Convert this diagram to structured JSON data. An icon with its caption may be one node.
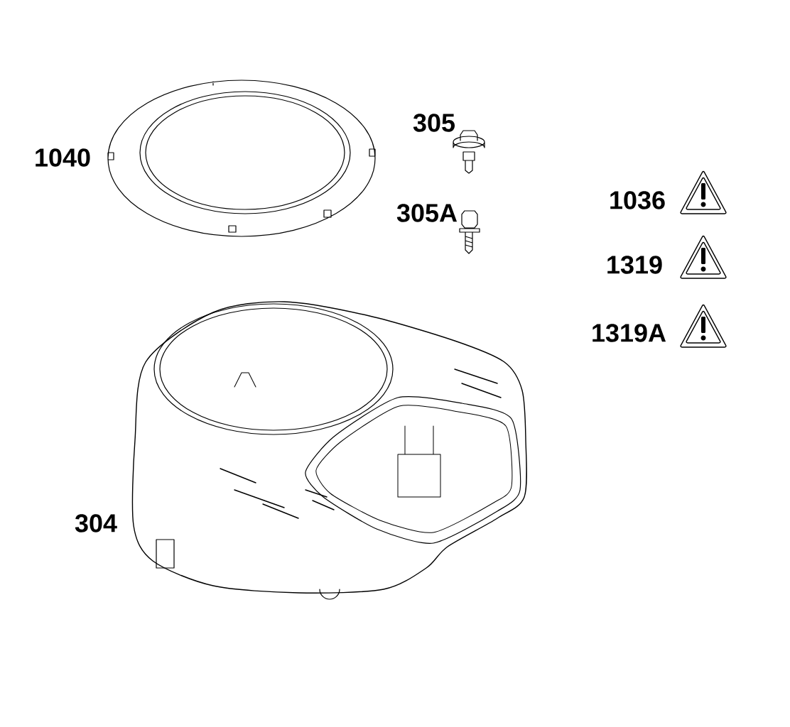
{
  "diagram": {
    "labels": [
      "1040",
      "305",
      "305A",
      "1036",
      "1319",
      "1319A",
      "304"
    ]
  }
}
